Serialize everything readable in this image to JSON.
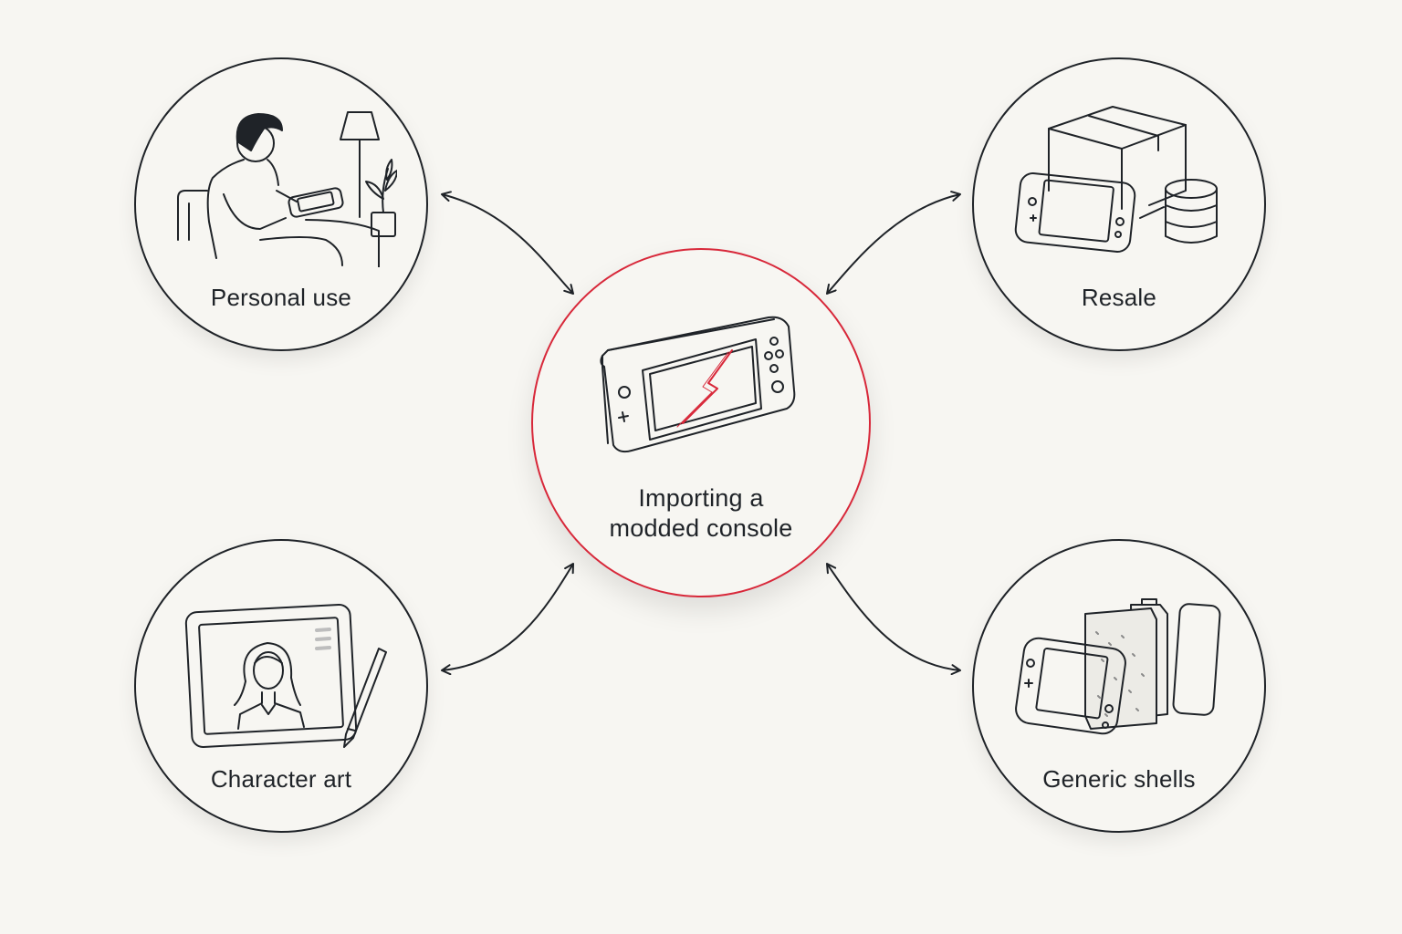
{
  "diagram": {
    "center": {
      "label_line1": "Importing a",
      "label_line2": "modded console",
      "icon": "handheld-console-cracked-screen-icon",
      "accent_color": "#d8283a"
    },
    "nodes": [
      {
        "id": "personal-use",
        "label": "Personal use",
        "icon": "person-playing-handheld-icon"
      },
      {
        "id": "resale",
        "label": "Resale",
        "icon": "console-box-storage-icon"
      },
      {
        "id": "character-art",
        "label": "Character art",
        "icon": "tablet-character-drawing-icon"
      },
      {
        "id": "generic-shells",
        "label": "Generic shells",
        "icon": "replacement-shells-icon"
      }
    ],
    "connector": "double-headed-arrow",
    "line_color": "#1f2328",
    "background": "#f7f6f2"
  }
}
